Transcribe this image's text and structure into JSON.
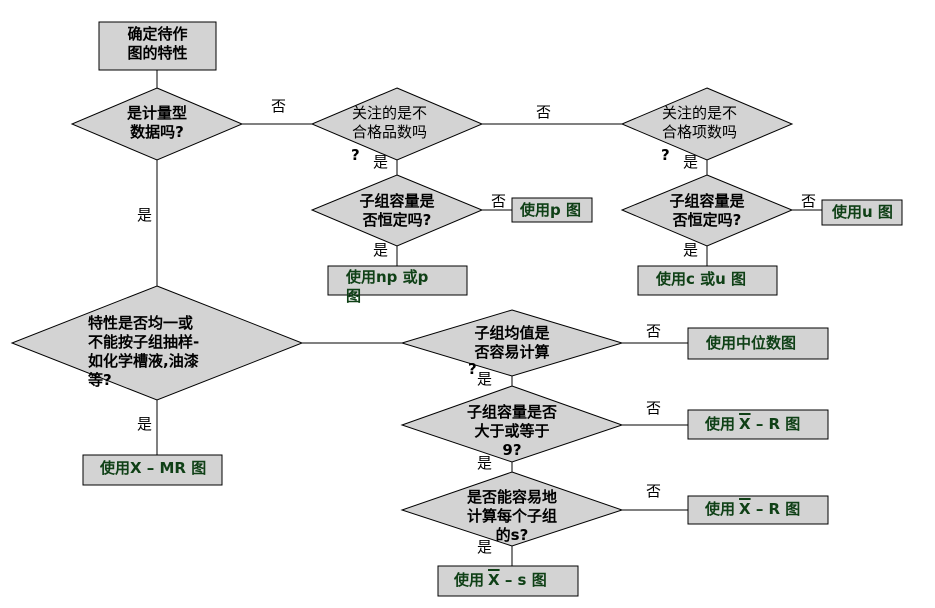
{
  "start": {
    "line1": "确定待作",
    "line2": "图的特性"
  },
  "d1": {
    "line1": "是计量型",
    "line2": "数据吗?"
  },
  "d2": {
    "line1": "关注的是不",
    "line2": "合格品数吗",
    "line3": "?"
  },
  "d3": {
    "line1": "关注的是不",
    "line2": "合格项数吗",
    "line3": "?"
  },
  "d4": {
    "line1": "子组容量是",
    "line2": "否恒定吗?"
  },
  "d5": {
    "line1": "子组容量是",
    "line2": "否恒定吗?"
  },
  "d6": {
    "line1": "特性是否均一或",
    "line2": "不能按子组抽样-",
    "line3": "如化学槽液,油漆",
    "line4": "等?"
  },
  "d7": {
    "line1": "子组均值是",
    "line2": "否容易计算",
    "line3": "?"
  },
  "d8": {
    "line1": "子组容量是否",
    "line2": "大于或等于",
    "line3": "9?"
  },
  "d9": {
    "line1": "是否能容易地",
    "line2": "计算每个子组",
    "line3": "的s?"
  },
  "results": {
    "p_chart": "使用p 图",
    "np_chart_l1": "使用np 或p",
    "np_chart_l2": "图",
    "u_chart": "使用u 图",
    "cu_chart": "使用c 或u 图",
    "median_chart": "使用中位数图",
    "xmr_chart": "使用X – MR 图",
    "xr1_prefix": "使用",
    "xr1_x": "X",
    "xr1_suffix": " – R 图",
    "xr2_prefix": "使用",
    "xr2_x": "X",
    "xr2_suffix": " – R 图",
    "xs_prefix": "使用",
    "xs_x": "X",
    "xs_suffix": " – s  图"
  },
  "yn": {
    "yes": "是",
    "no": "否"
  },
  "colors": {
    "shape_fill": "#d3d3d3",
    "border": "#000000",
    "result_text": "#0f4016"
  }
}
